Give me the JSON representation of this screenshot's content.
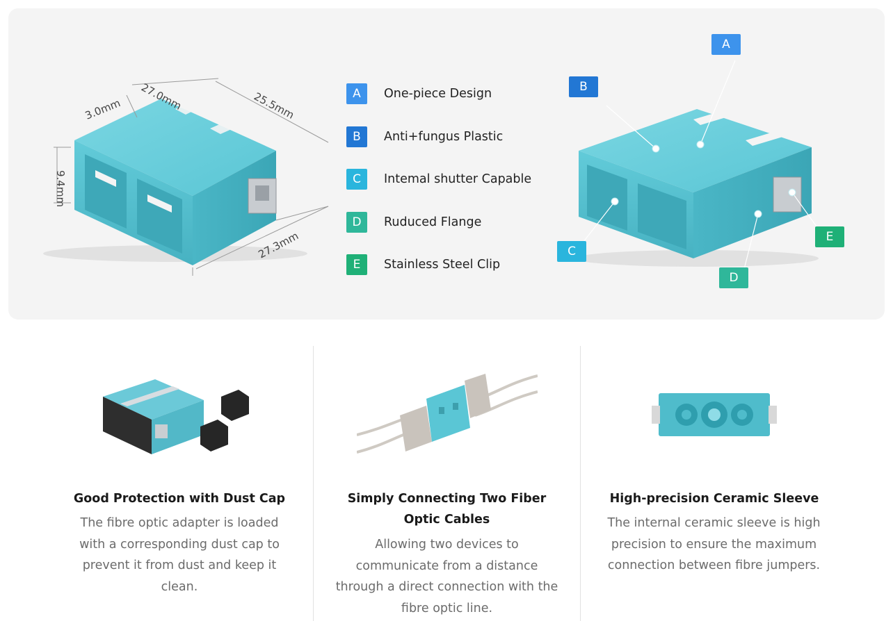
{
  "colors": {
    "panel_background": "#f4f4f4",
    "aqua_body": "#57c5d4",
    "badge_a": "#3d93ec",
    "badge_b": "#2277d4",
    "badge_c": "#2ab5dd",
    "badge_d": "#2fb79a",
    "badge_e": "#1fb077"
  },
  "dimensions": {
    "top_width": "27.0mm",
    "top_depth": "25.5mm",
    "flange": "3.0mm",
    "height": "9.4mm",
    "bottom_depth": "27.3mm"
  },
  "legend": [
    {
      "letter": "A",
      "label": "One-piece Design",
      "color": "#3d93ec"
    },
    {
      "letter": "B",
      "label": "Anti+fungus Plastic",
      "color": "#2277d4"
    },
    {
      "letter": "C",
      "label": "Intemal shutter Capable",
      "color": "#2ab5dd"
    },
    {
      "letter": "D",
      "label": "Ruduced Flange",
      "color": "#2fb79a"
    },
    {
      "letter": "E",
      "label": "Stainless Steel Clip",
      "color": "#1fb077"
    }
  ],
  "callouts": {
    "A": "A",
    "B": "B",
    "C": "C",
    "D": "D",
    "E": "E"
  },
  "cards": [
    {
      "image": "adapter-with-dust-caps",
      "title": "Good Protection with Dust Cap",
      "text": "The fibre optic adapter is loaded with a corresponding dust cap to prevent it from dust and keep it clean."
    },
    {
      "image": "adapter-connecting-two-cables",
      "title": "Simply Connecting Two Fiber Optic Cables",
      "text": "Allowing two devices to communicate from a distance through a direct connection with the fibre optic line."
    },
    {
      "image": "adapter-ceramic-sleeve-front",
      "title": "High-precision Ceramic Sleeve",
      "text": "The internal ceramic sleeve is high precision to ensure the maximum connection between fibre jumpers."
    }
  ]
}
